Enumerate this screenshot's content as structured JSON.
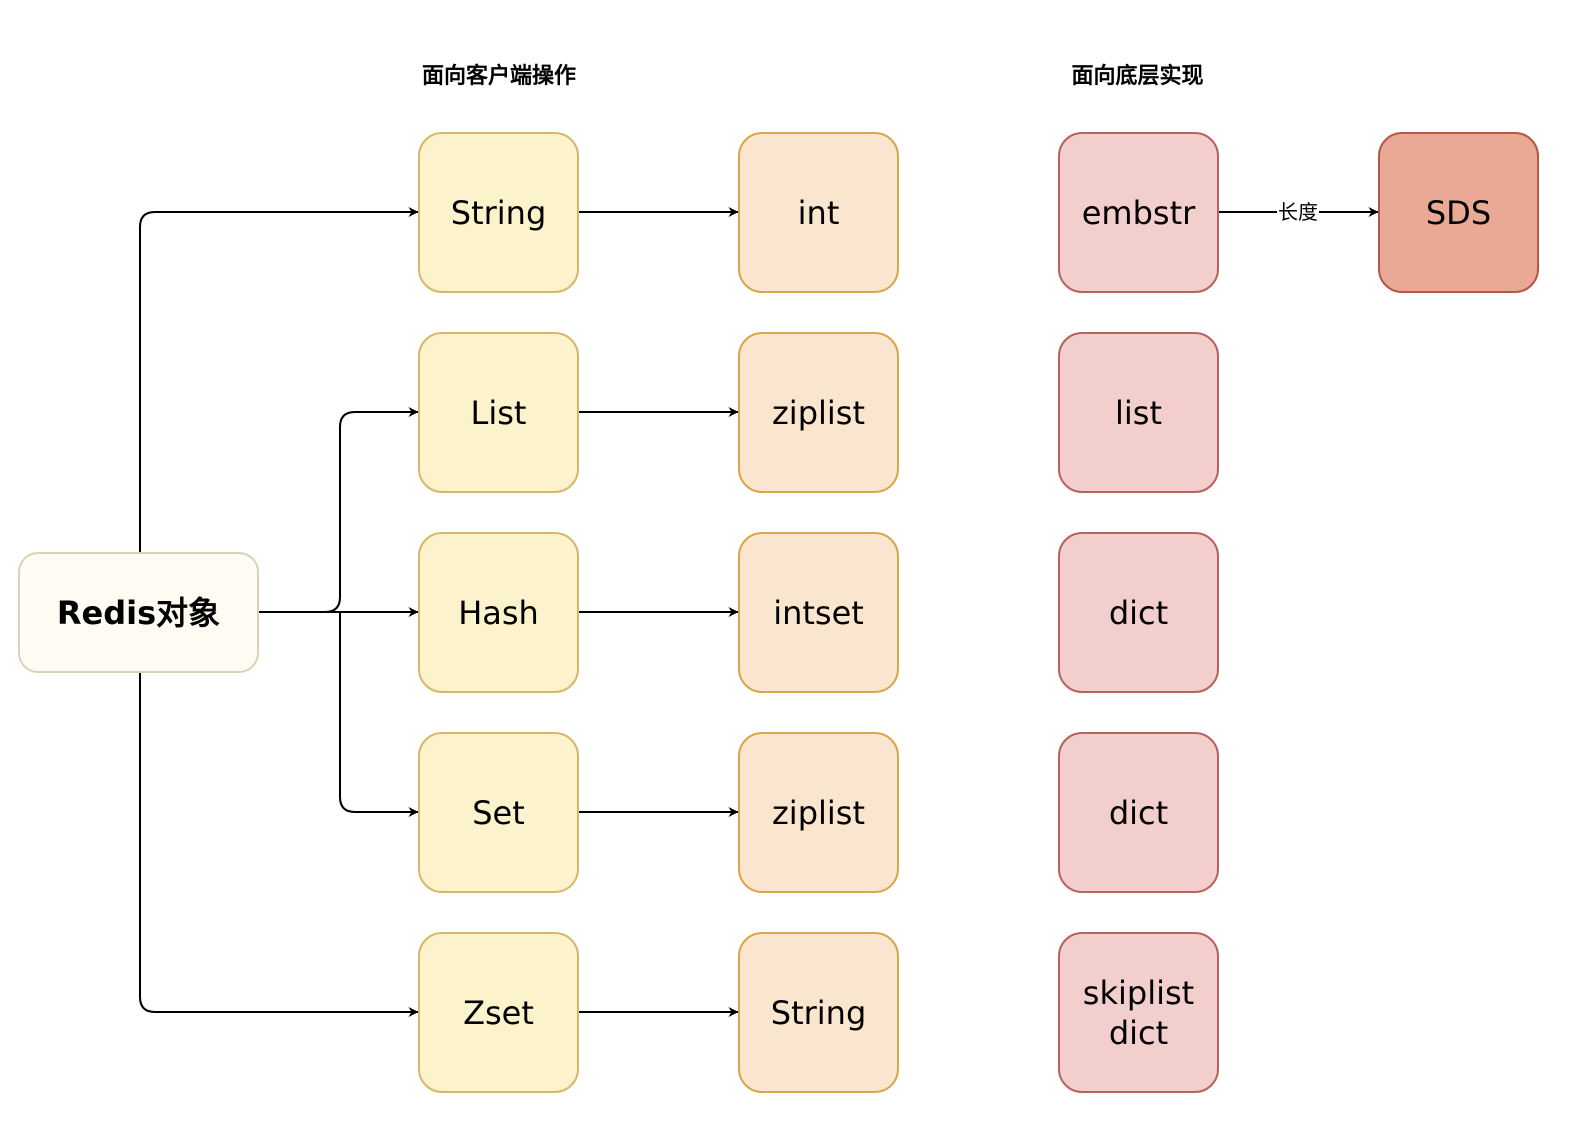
{
  "headings": {
    "client_ops": "面向客户端操作",
    "implementation": "面向底层实现"
  },
  "root": {
    "label": "Redis对象"
  },
  "client_types": [
    "String",
    "List",
    "Hash",
    "Set",
    "Zset"
  ],
  "encodings": [
    "int",
    "ziplist",
    "intset",
    "ziplist",
    "String"
  ],
  "implementations": [
    "embstr",
    "list",
    "dict",
    "dict",
    "skiplist\ndict"
  ],
  "sds": {
    "label": "SDS",
    "edge_label": "长度"
  },
  "colors": {
    "root_fill": "#fefcf2",
    "client_fill": "#fcf2cc",
    "encoding_fill": "#fae6cf",
    "impl_fill": "#f2cfcd",
    "sds_fill": "#e9a994",
    "line": "#000000"
  }
}
